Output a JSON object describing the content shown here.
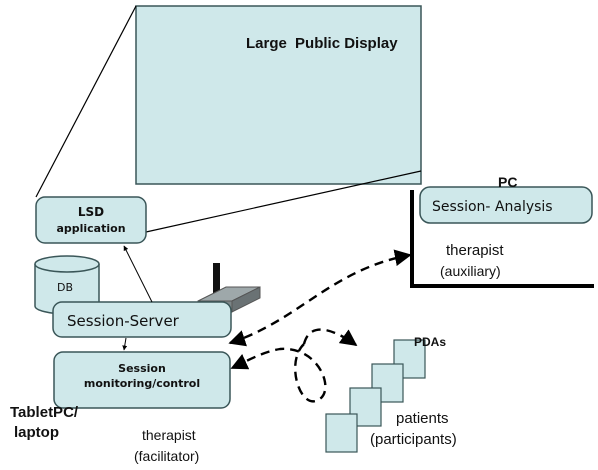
{
  "diagram": {
    "large_display_label_1": "Large",
    "large_display_label_2": "Public Display",
    "lsd_app_line1": "LSD",
    "lsd_app_line2": "application",
    "db_label": "DB",
    "session_server_label": "Session-Server",
    "session_monitoring_line1": "Session",
    "session_monitoring_line2": "monitoring/control",
    "tablet_line1": "TabletPC/",
    "tablet_line2": "laptop",
    "therapist_fac_line1": "therapist",
    "therapist_fac_line2": "(facilitator)",
    "pc_label": "PC",
    "session_analysis_label": "Session- Analysis",
    "therapist_aux_line1": "therapist",
    "therapist_aux_line2": "(auxiliary)",
    "pdas_label": "PDAs",
    "patients_line1": "patients",
    "patients_line2": "(participants)"
  },
  "colors": {
    "box_fill": "#cfe8ea",
    "box_stroke": "#3a5658",
    "line": "#000000"
  }
}
